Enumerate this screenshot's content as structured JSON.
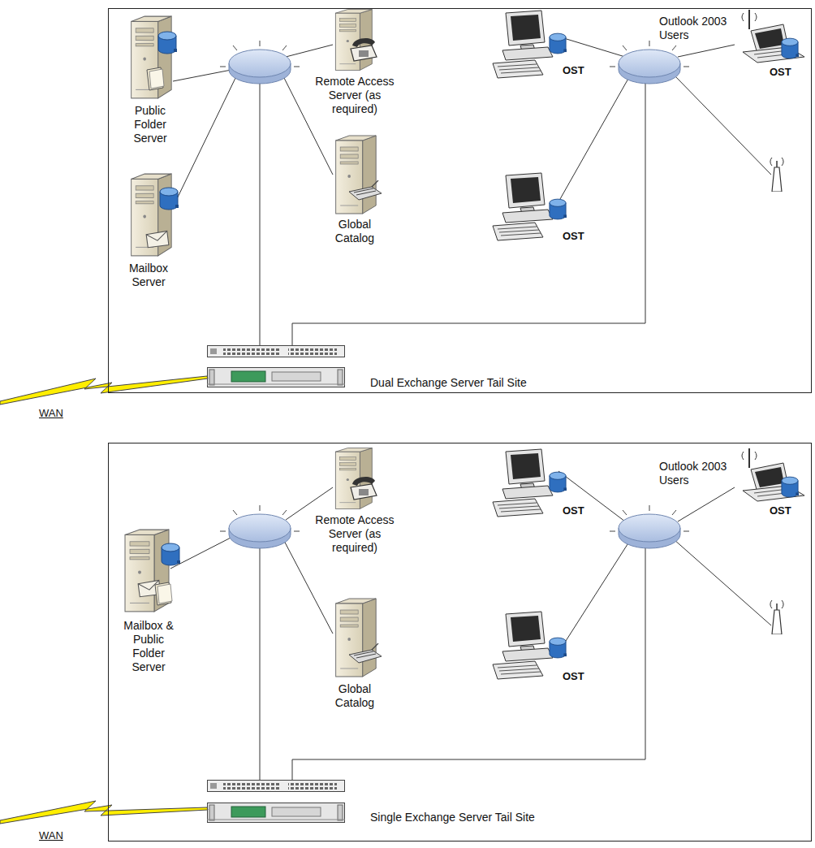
{
  "diagram": {
    "nodes": [
      {
        "text": [
          "Dual Exchange Server Tail Site"
        ]
      },
      {
        "text": [
          "Public Folder Server"
        ],
        "in": 0
      },
      {
        "text": [
          "Remote Access Server (as required)"
        ],
        "in": 0
      },
      {
        "text": [
          "Mailbox Server"
        ],
        "in": 0
      },
      {
        "text": [
          "Global Catalog"
        ],
        "in": 0
      },
      {
        "text": [
          "Single Exchange Server Tail Site"
        ]
      },
      {
        "text": [
          "Remote Access Server (as required)"
        ],
        "in": 5
      },
      {
        "text": [
          "Mailbox & Public Folder Server"
        ],
        "in": 5
      },
      {
        "text": [
          "Global Catalog"
        ],
        "in": 5
      }
    ],
    "labels": [
      "Outlook 2003 Users",
      "OST",
      "OST",
      "OST",
      "WAN",
      "Outlook 2003 Users",
      "OST",
      "OST",
      "OST",
      "WAN"
    ]
  }
}
